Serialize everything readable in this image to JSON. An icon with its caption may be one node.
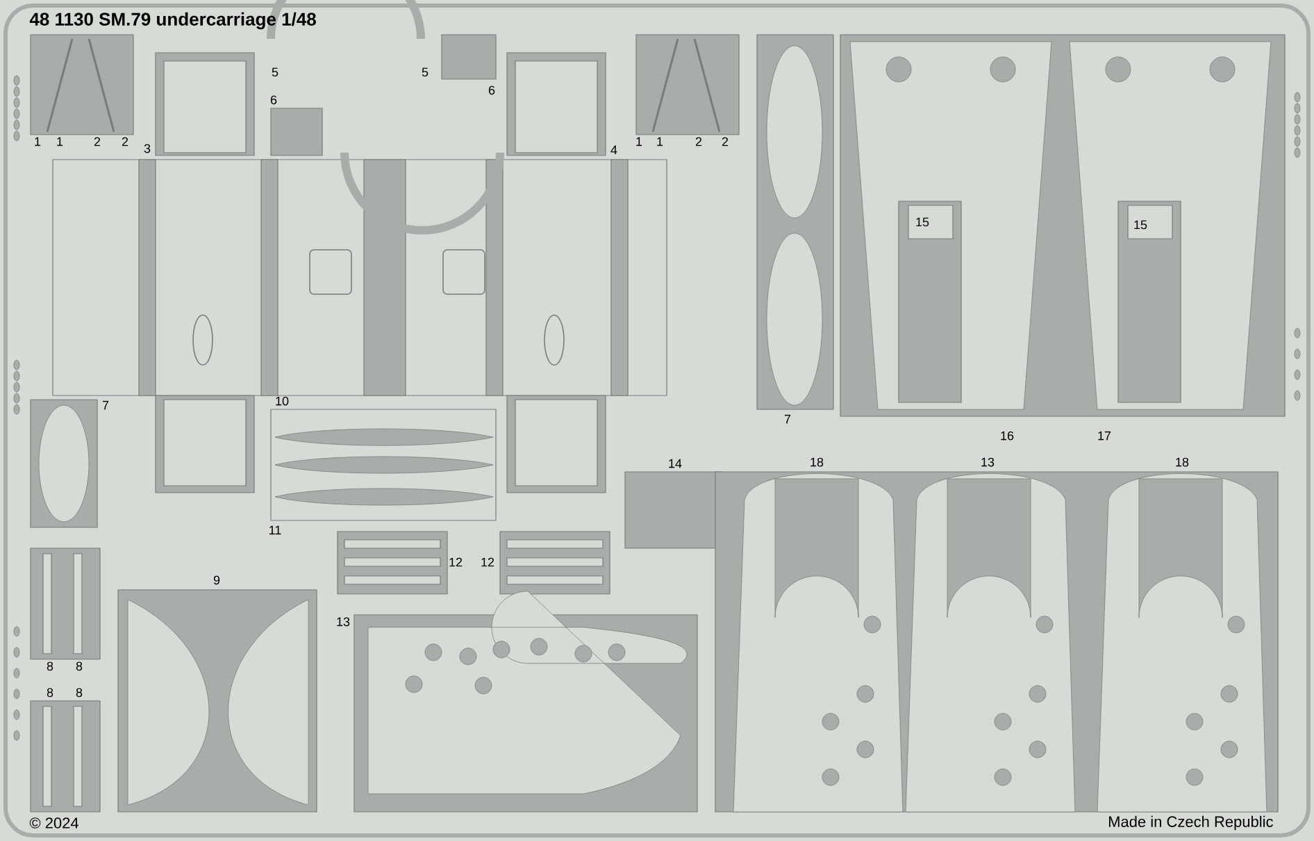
{
  "diagram": {
    "title": "48 1130  SM.79 undercarriage 1/48",
    "labels": [
      "1",
      "1",
      "2",
      "2",
      "3",
      "5",
      "5",
      "6",
      "6",
      "4",
      "1",
      "1",
      "2",
      "2",
      "15",
      "15",
      "7",
      "7",
      "16",
      "17",
      "10",
      "14",
      "18",
      "13",
      "18",
      "11",
      "12",
      "12",
      "9",
      "13",
      "8",
      "8",
      "8",
      "8",
      "© 2024",
      "Made in Czech Republic"
    ]
  }
}
